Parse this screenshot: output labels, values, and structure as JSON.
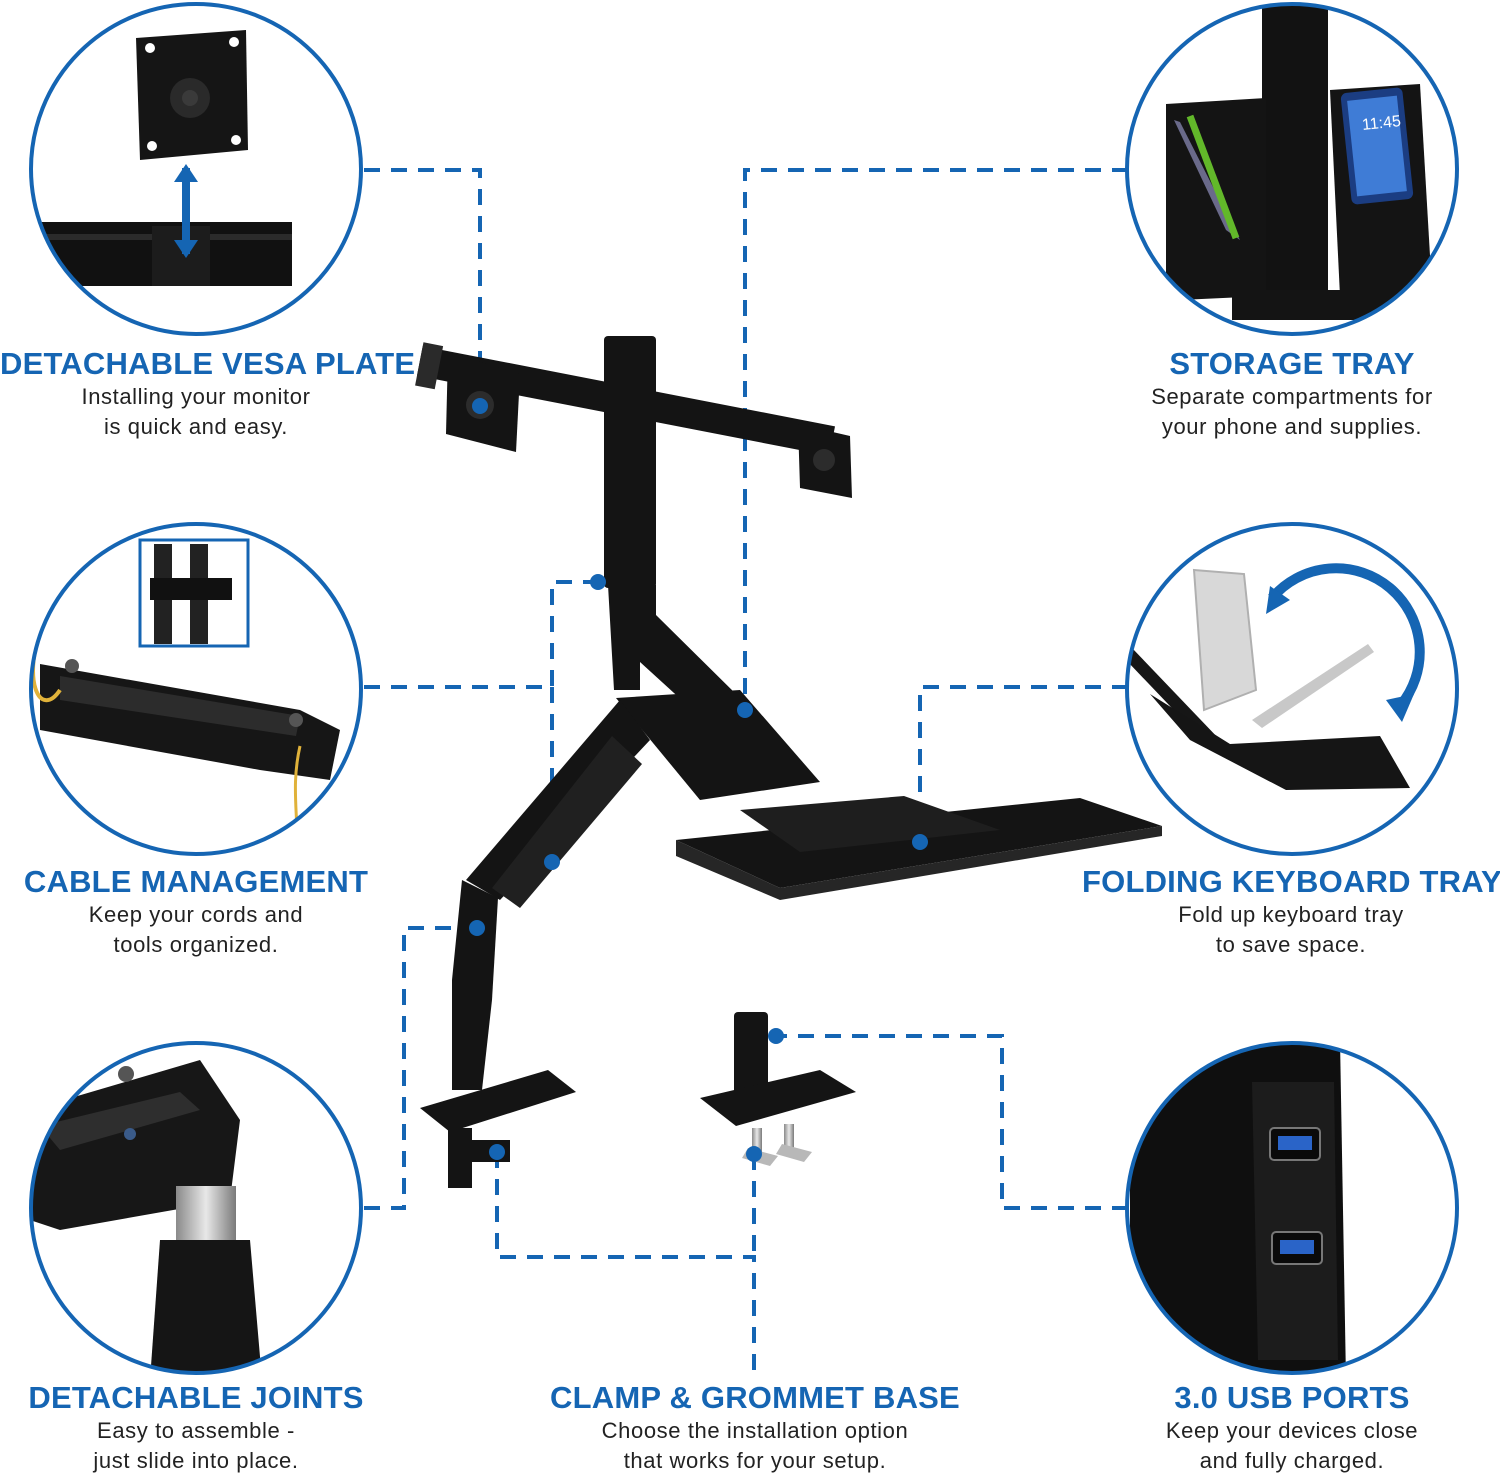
{
  "colors": {
    "accent": "#1565b3",
    "text": "#222222",
    "product": "#141414"
  },
  "features": {
    "vesa": {
      "title": "DETACHABLE VESA PLATE",
      "desc1": "Installing your monitor",
      "desc2": "is quick and easy.",
      "icon": "vesa-plate-closeup-photo"
    },
    "storage": {
      "title": "STORAGE TRAY",
      "desc1": "Separate compartments for",
      "desc2": "your phone and supplies.",
      "phone_time": "11:45",
      "icon": "storage-tray-closeup-photo"
    },
    "cable": {
      "title": "CABLE MANAGEMENT",
      "desc1": "Keep your cords and",
      "desc2": "tools organized.",
      "icon": "cable-clip-closeup-photo"
    },
    "keyboard": {
      "title": "FOLDING KEYBOARD TRAY",
      "desc1": "Fold up keyboard tray",
      "desc2": "to save space.",
      "icon": "folding-tray-closeup-photo"
    },
    "joints": {
      "title": "DETACHABLE JOINTS",
      "desc1": "Easy to assemble -",
      "desc2": "just slide into place.",
      "icon": "joint-closeup-photo"
    },
    "clamp": {
      "title": "CLAMP & GROMMET BASE",
      "desc1": "Choose the installation option",
      "desc2": "that works for your setup.",
      "icon": "clamp-grommet-base"
    },
    "usb": {
      "title": "3.0 USB PORTS",
      "desc1": "Keep your devices close",
      "desc2": "and fully charged.",
      "icon": "usb-ports-closeup-photo"
    }
  }
}
